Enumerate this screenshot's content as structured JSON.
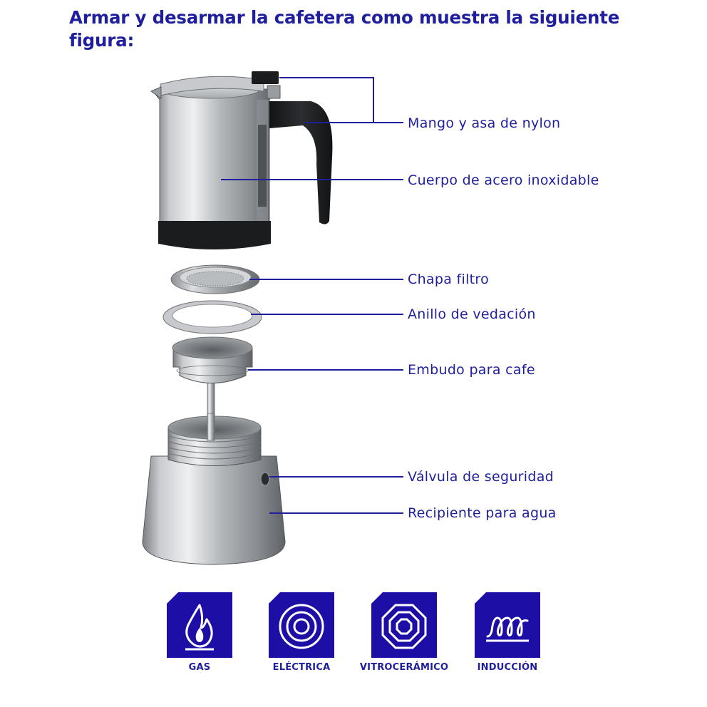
{
  "heading": "Armar y desarmar la cafetera como muestra la siguiente figura:",
  "colors": {
    "accent": "#1f1f9e",
    "badge": "#1d0fa6",
    "steel_light": "#d7d9db",
    "steel_dark": "#6d7074",
    "nylon": "#1e1f21"
  },
  "parts": [
    {
      "label": "Mango y asa de nylon"
    },
    {
      "label": "Cuerpo de acero inoxidable"
    },
    {
      "label": "Chapa filtro"
    },
    {
      "label": "Anillo de vedación"
    },
    {
      "label": "Embudo para cafe"
    },
    {
      "label": "Válvula de seguridad"
    },
    {
      "label": "Recipiente para agua"
    }
  ],
  "heat_sources": [
    {
      "icon": "gas-flame-icon",
      "label": "GAS"
    },
    {
      "icon": "electric-plate-icon",
      "label": "ELÉCTRICA"
    },
    {
      "icon": "ceramic-hob-icon",
      "label": "VITROCERÁMICO"
    },
    {
      "icon": "induction-coil-icon",
      "label": "INDUCCIÓN"
    }
  ]
}
